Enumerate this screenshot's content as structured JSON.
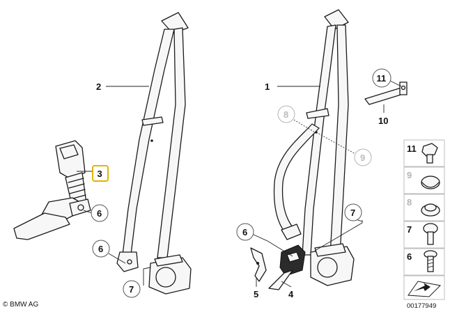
{
  "callouts": {
    "belt_left": "2",
    "belt_right": "1",
    "buckle_left": "3",
    "screw_left_buckle": "6",
    "screw_left_anchor": "6",
    "screw_right": "6",
    "cover_left": "7",
    "cover_right": "7",
    "bracket_5": "5",
    "buckle_right": "4",
    "guide_8": "8",
    "guide_9": "9",
    "bracket_10": "10",
    "nut_11": "11"
  },
  "side_panel": [
    {
      "label": "11",
      "icon": "flange-nut-icon",
      "grey": false
    },
    {
      "label": "9",
      "icon": "plug-cap-icon",
      "grey": true
    },
    {
      "label": "8",
      "icon": "washer-nut-icon",
      "grey": true
    },
    {
      "label": "7",
      "icon": "cap-screw-icon",
      "grey": false
    },
    {
      "label": "6",
      "icon": "bolt-icon",
      "grey": false
    }
  ],
  "footer": {
    "copyright": "© BMW AG",
    "diagram_id": "00177949"
  }
}
